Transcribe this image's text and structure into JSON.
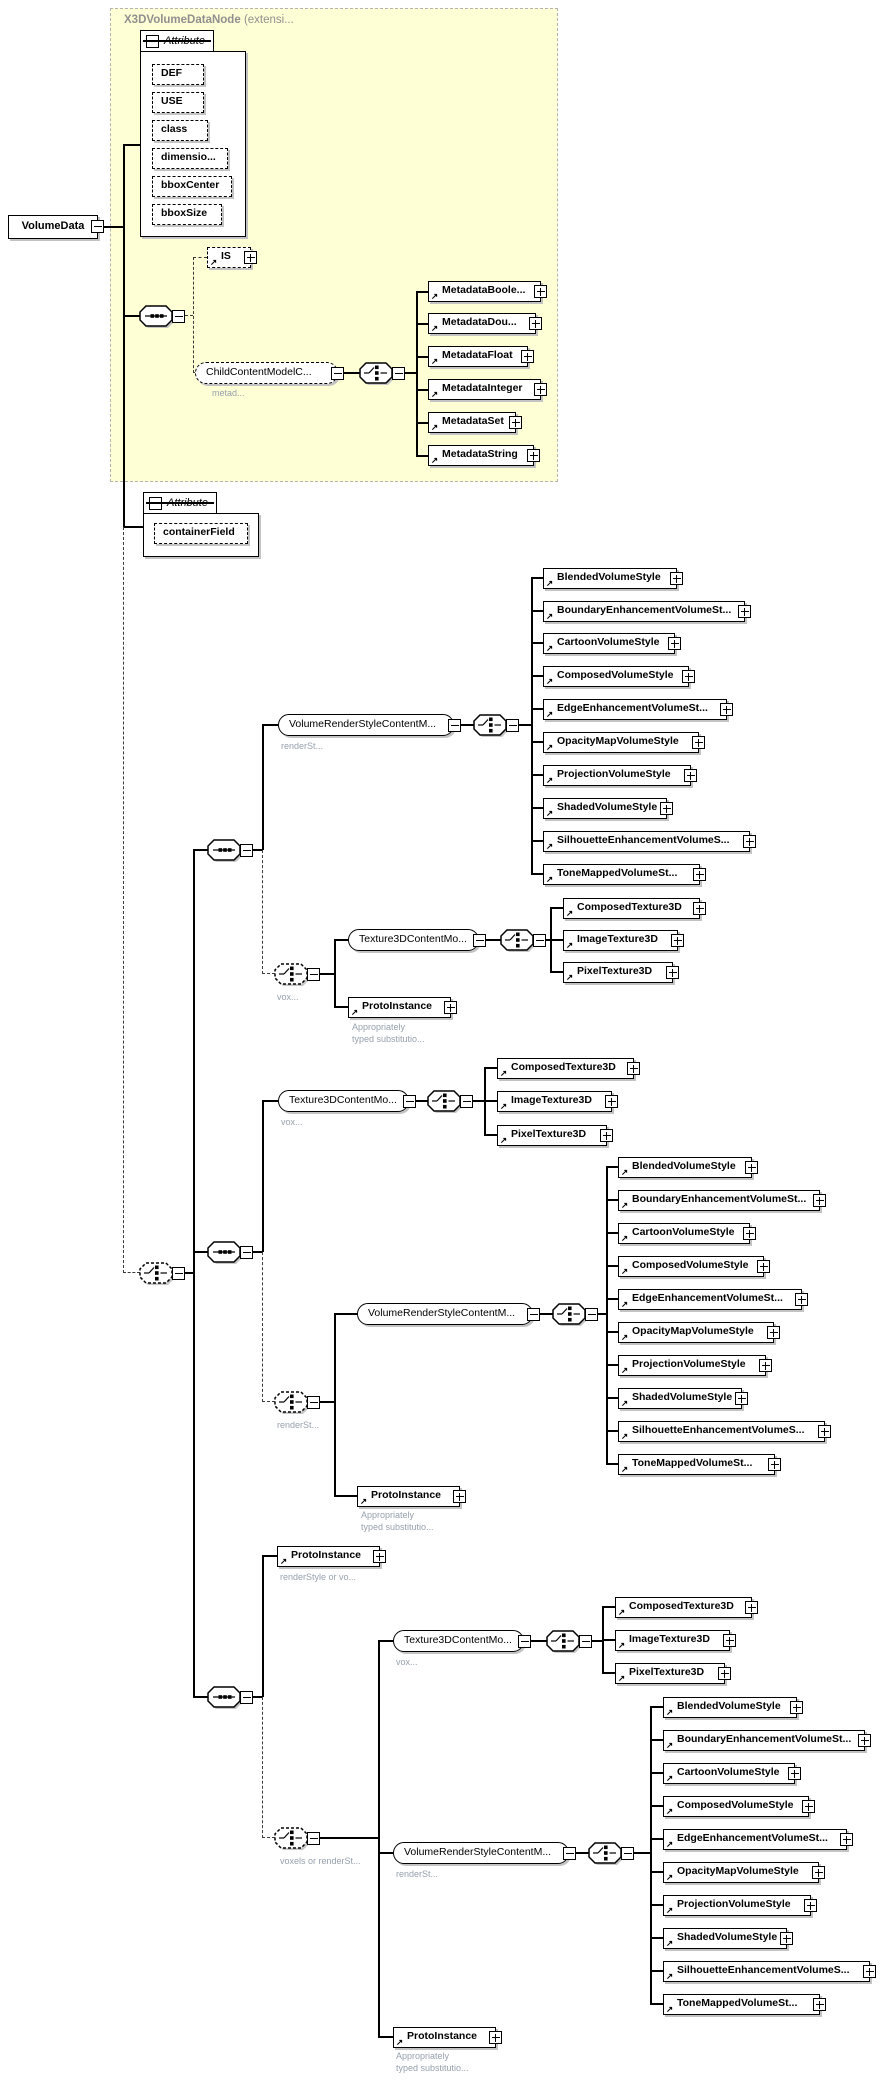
{
  "title": "VolumeData",
  "extension": {
    "name": "X3DVolumeDataNode",
    "suffix": "(extensi..."
  },
  "attr_group_title": "Attribute",
  "attr_node": [
    "DEF",
    "USE",
    "class",
    "dimensio...",
    "bboxCenter",
    "bboxSize"
  ],
  "attr_field": [
    "containerField"
  ],
  "is_label": "IS",
  "groups": {
    "child_content": "ChildContentModelC...",
    "render_style": "VolumeRenderStyleContentM...",
    "texture3d": "Texture3DContentMo..."
  },
  "proto_instance": "ProtoInstance",
  "metadata": [
    "MetadataBoole...",
    "MetadataDou...",
    "MetadataFloat",
    "MetadataInteger",
    "MetadataSet",
    "MetadataString"
  ],
  "styles": [
    "BlendedVolumeStyle",
    "BoundaryEnhancementVolumeSt...",
    "CartoonVolumeStyle",
    "ComposedVolumeStyle",
    "EdgeEnhancementVolumeSt...",
    "OpacityMapVolumeStyle",
    "ProjectionVolumeStyle",
    "ShadedVolumeStyle",
    "SilhouetteEnhancementVolumeS...",
    "ToneMappedVolumeSt..."
  ],
  "textures": [
    "ComposedTexture3D",
    "ImageTexture3D",
    "PixelTexture3D"
  ],
  "labels": {
    "metadata": "metad...",
    "render_style": "renderSt...",
    "voxels": "vox...",
    "render_or_voxels": "renderStyle or vo...",
    "voxels_or_render": "voxels or renderSt...",
    "subst1": "Appropriately",
    "subst2": "typed substitutio..."
  },
  "icons": {
    "ref_arrow": "↗"
  },
  "colors": {
    "extension_bg": "#ffffd6",
    "shadow": "#c3c3c3",
    "label_gray": "#96a1ae",
    "line": "#000000"
  }
}
